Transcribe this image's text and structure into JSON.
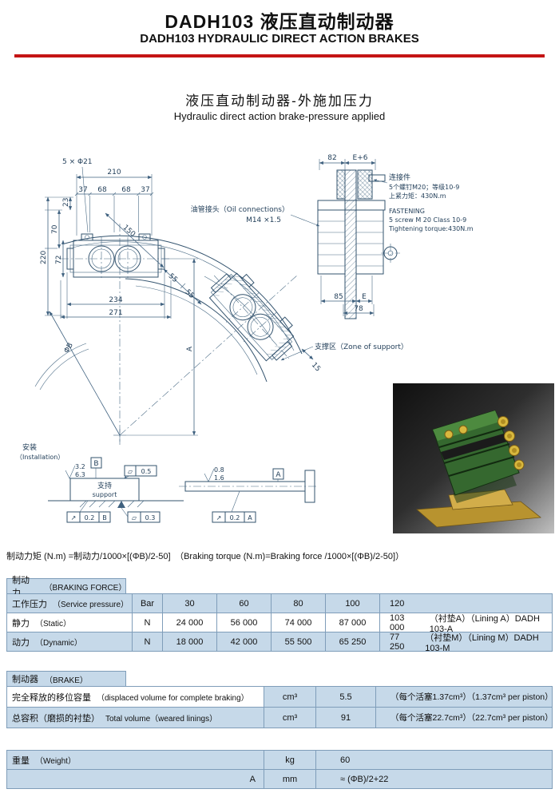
{
  "header": {
    "title_zh": "DADH103 液压直动制动器",
    "title_en": "DADH103 HYDRAULIC DIRECT ACTION BRAKES"
  },
  "section": {
    "title_zh": "液压直动制动器-外施加压力",
    "title_en": "Hydraulic direct action brake-pressure applied"
  },
  "colors": {
    "accent_red": "#c41414",
    "table_blue": "#c6d9e9",
    "table_border": "#7f9db9",
    "drawing_ink": "#3f617f"
  },
  "drawing": {
    "plan": {
      "bolt_note": "5 × Φ21",
      "dim_210": "210",
      "dim_37_left": "37",
      "dim_68_left": "68",
      "dim_68_right": "68",
      "dim_37_right": "37",
      "dim_23": "23",
      "dim_70": "70",
      "dim_220": "220",
      "dim_72": "72",
      "dim_150": "150",
      "dim_234": "234",
      "dim_271": "271",
      "dim_55_a": "55",
      "dim_55_b": "55",
      "dim_A": "A",
      "dim_phiB": "ΦB",
      "dim_15": "15",
      "zone_label": "支撑区（Zone of support）"
    },
    "side": {
      "dim_82": "82",
      "dim_E6": "E+6",
      "dim_85": "85",
      "dim_E": "E",
      "dim_78": "78",
      "oil_zh": "油管接头（Oil connections）",
      "oil_thread": "M14 ×1.5",
      "fasten_zh_title": "连接件",
      "fasten_zh_line1": "5个螺钉M20；等级10-9",
      "fasten_zh_line2": "上紧力矩：430N.m",
      "fasten_en_title": "FASTENING",
      "fasten_en_line1": "5 screw M 20 Class 10-9",
      "fasten_en_line2": "Tightening torque:430N.m"
    },
    "install": {
      "label_zh": "安装",
      "label_en": "（Installation）",
      "support_zh": "支持",
      "support_en": "support",
      "flatness_sym": "▱",
      "flatness_val": "0.5",
      "rough_a1": "3.2",
      "rough_a2": "6.3",
      "rough_b1": "0.8",
      "rough_b2": "1.6",
      "datum_b": "B",
      "datum_a": "A",
      "tol1_sym": "↗",
      "tol1_val": "0.2",
      "tol1_ref": "B",
      "tol2_sym": "▱",
      "tol2_val": "0.3",
      "tol3_sym": "↗",
      "tol3_val": "0.2",
      "tol3_ref": "A"
    }
  },
  "formula": "制动力矩 (N.m) =制动力/1000×[(ΦB)/2-50]　（Braking torque (N.m)=Braking force /1000×[(ΦB)/2-50]）",
  "table_force": {
    "header_zh": "制动力",
    "header_en": "（BRAKING FORCE）",
    "rows": [
      {
        "zh": "工作压力",
        "en": "（Service pressure）",
        "unit": "Bar",
        "v1": "30",
        "v2": "60",
        "v3": "80",
        "v4": "100",
        "v5": "120",
        "note": ""
      },
      {
        "zh": "静力",
        "en": "（Static）",
        "unit": "N",
        "v1": "24 000",
        "v2": "56 000",
        "v3": "74 000",
        "v4": "87 000",
        "v5": "103 000",
        "note": "（衬垫A）（Lining A）DADH 103-A"
      },
      {
        "zh": "动力",
        "en": "（Dynamic）",
        "unit": "N",
        "v1": "18 000",
        "v2": "42 000",
        "v3": "55 500",
        "v4": "65 250",
        "v5": "77 250",
        "note": "（衬垫M）（Lining M）DADH 103-M"
      }
    ]
  },
  "table_brake": {
    "header_zh": "制动器",
    "header_en": "（BRAKE）",
    "rows": [
      {
        "zh": "完全释放的移位容量",
        "en": "（displaced volume for complete braking）",
        "unit": "cm³",
        "value": "5.5",
        "note": "（每个活塞1.37cm³）（1.37cm³ per piston）"
      },
      {
        "zh": "总容积（磨损的衬垫）",
        "en": "Total volume（weared linings）",
        "unit": "cm³",
        "value": "91",
        "note": "（每个活塞22.7cm³）（22.7cm³ per piston）"
      }
    ],
    "weight": {
      "zh": "重量",
      "en": "（Weight）",
      "unit": "kg",
      "value": "60"
    },
    "dim_a": {
      "label": "A",
      "unit": "mm",
      "value": "≈ (ΦB)/2+22"
    }
  }
}
